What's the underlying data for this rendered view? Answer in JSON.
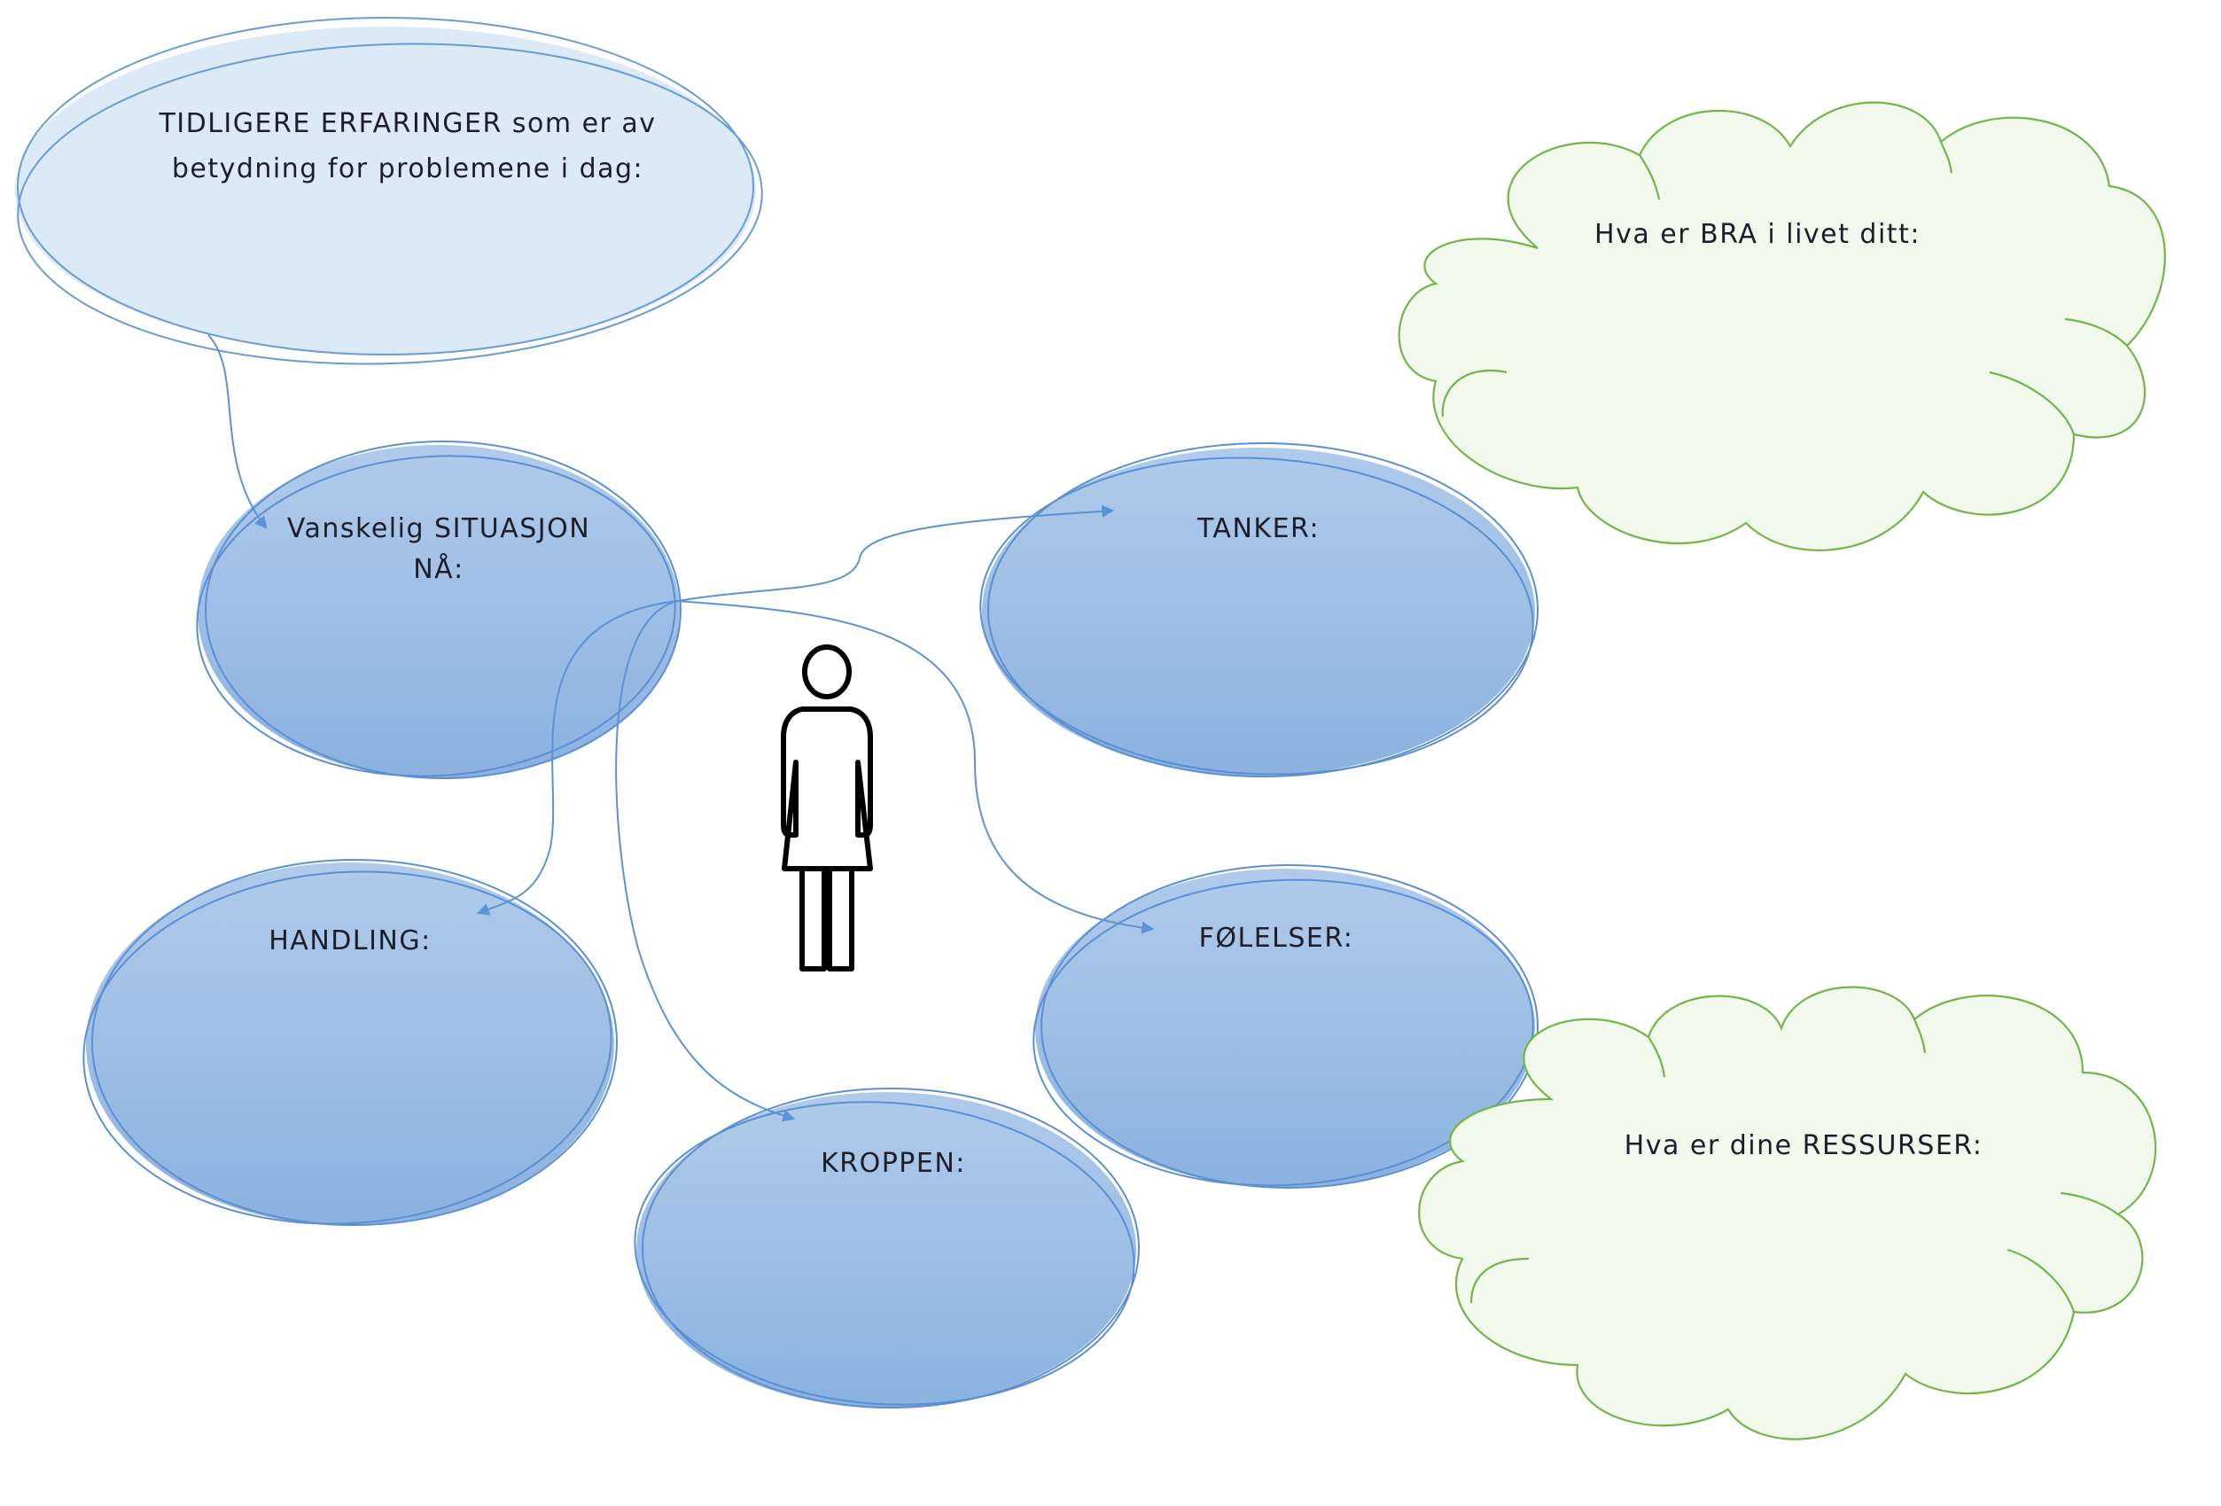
{
  "nodes": {
    "experiences": {
      "line1": "TIDLIGERE ERFARINGER som er av",
      "line2": "betydning for problemene i dag:"
    },
    "situation": {
      "line1": "Vanskelig SITUASJON",
      "line2": "NÅ:"
    },
    "thoughts": {
      "label": "TANKER:"
    },
    "action": {
      "label": "HANDLING:"
    },
    "feelings": {
      "label": "FØLELSER:"
    },
    "body": {
      "label": "KROPPEN:"
    },
    "good": {
      "label": "Hva er BRA i livet ditt:"
    },
    "resources": {
      "label": "Hva er dine RESSURSER:"
    }
  },
  "icons": {
    "center_figure": "person-woman-icon"
  },
  "colors": {
    "ellipse_top": "#b0cbea",
    "ellipse_bottom": "#8bb1e0",
    "ellipse_stroke": "#5b8fd2",
    "pale_ellipse": "#dce9f6",
    "cloud_fill": "#f1f8ec",
    "cloud_stroke": "#74b44a",
    "arrow": "#5b93d6"
  }
}
